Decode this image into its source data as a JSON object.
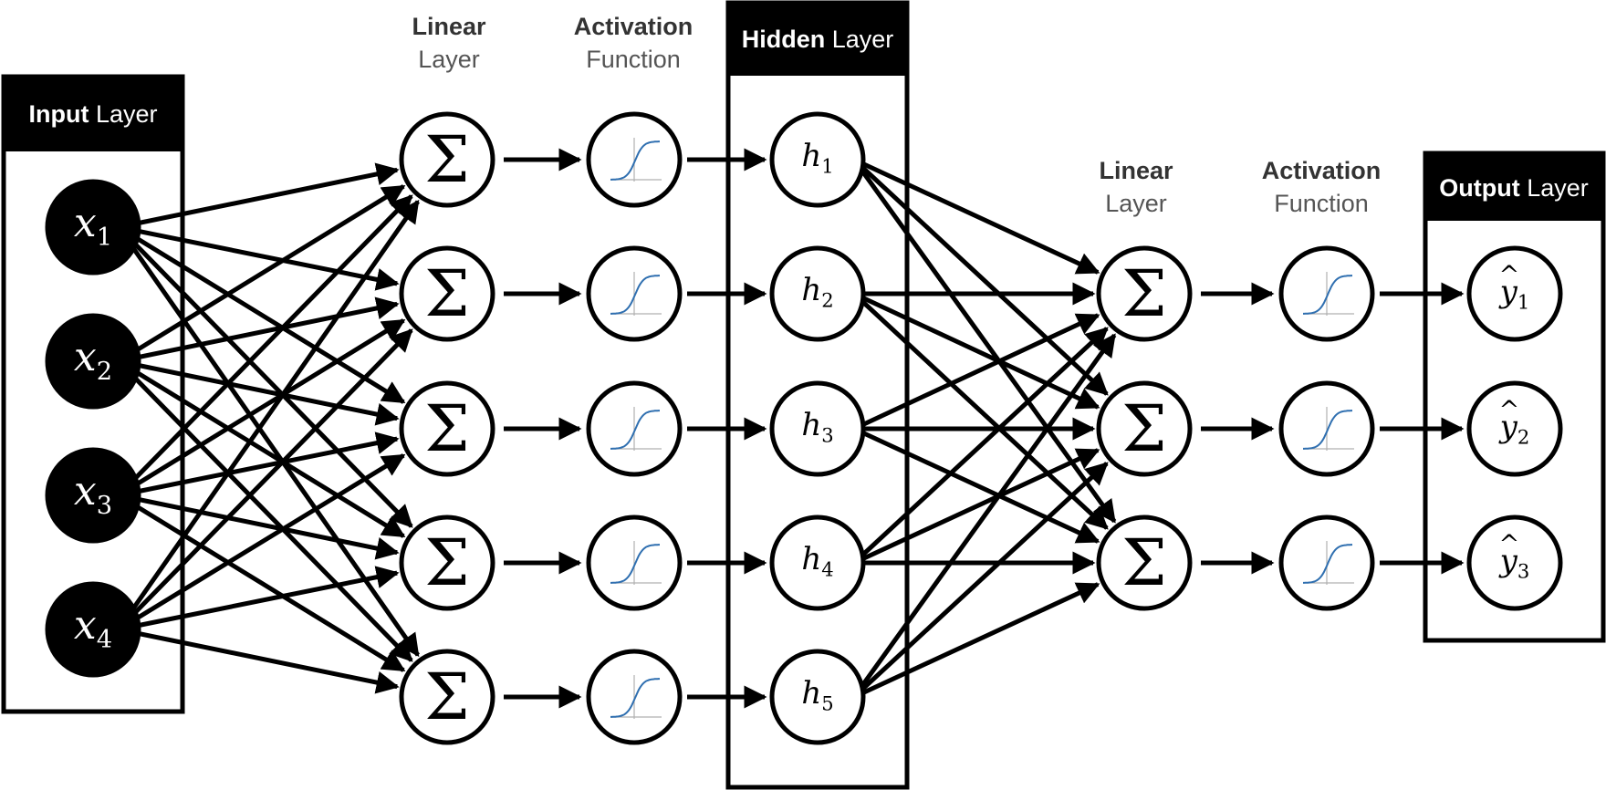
{
  "colors": {
    "ink": "#000000",
    "paper": "#ffffff",
    "curve": "#2f6fb0",
    "axis": "#b0b0b0",
    "label_dark": "#333333",
    "label_light": "#555555"
  },
  "headers": {
    "input": {
      "bold": "Input",
      "rest": " Layer"
    },
    "hidden": {
      "bold": "Hidden",
      "rest": " Layer"
    },
    "output": {
      "bold": "Output",
      "rest": " Layer"
    }
  },
  "stage_labels": {
    "linear_1": {
      "line1": "Linear",
      "line2": "Layer"
    },
    "activation_1": {
      "line1": "Activation",
      "line2": "Function"
    },
    "linear_2": {
      "line1": "Linear",
      "line2": "Layer"
    },
    "activation_2": {
      "line1": "Activation",
      "line2": "Function"
    }
  },
  "input_nodes": [
    {
      "sym": "x",
      "sub": "1"
    },
    {
      "sym": "x",
      "sub": "2"
    },
    {
      "sym": "x",
      "sub": "3"
    },
    {
      "sym": "x",
      "sub": "4"
    }
  ],
  "hidden_nodes": [
    {
      "sym": "h",
      "sub": "1"
    },
    {
      "sym": "h",
      "sub": "2"
    },
    {
      "sym": "h",
      "sub": "3"
    },
    {
      "sym": "h",
      "sub": "4"
    },
    {
      "sym": "h",
      "sub": "5"
    }
  ],
  "output_nodes": [
    {
      "sym": "y",
      "hat": "^",
      "sub": "1"
    },
    {
      "sym": "y",
      "hat": "^",
      "sub": "2"
    },
    {
      "sym": "y",
      "hat": "^",
      "sub": "3"
    }
  ],
  "sum_symbol": "Σ",
  "activation_icon": "sigmoid-curve-icon",
  "summation_icon": "summation-icon",
  "edges_input_to_linear": [
    [
      0,
      0
    ],
    [
      0,
      1
    ],
    [
      0,
      2
    ],
    [
      0,
      3
    ],
    [
      0,
      4
    ],
    [
      1,
      0
    ],
    [
      1,
      1
    ],
    [
      1,
      2
    ],
    [
      1,
      3
    ],
    [
      1,
      4
    ],
    [
      2,
      0
    ],
    [
      2,
      1
    ],
    [
      2,
      2
    ],
    [
      2,
      3
    ],
    [
      2,
      4
    ],
    [
      3,
      0
    ],
    [
      3,
      1
    ],
    [
      3,
      2
    ],
    [
      3,
      3
    ],
    [
      3,
      4
    ]
  ],
  "edges_hidden_to_linear": [
    [
      0,
      0
    ],
    [
      0,
      1
    ],
    [
      0,
      2
    ],
    [
      1,
      0
    ],
    [
      1,
      1
    ],
    [
      1,
      2
    ],
    [
      2,
      0
    ],
    [
      2,
      1
    ],
    [
      2,
      2
    ],
    [
      3,
      0
    ],
    [
      3,
      1
    ],
    [
      3,
      2
    ],
    [
      4,
      0
    ],
    [
      4,
      1
    ],
    [
      4,
      2
    ]
  ]
}
